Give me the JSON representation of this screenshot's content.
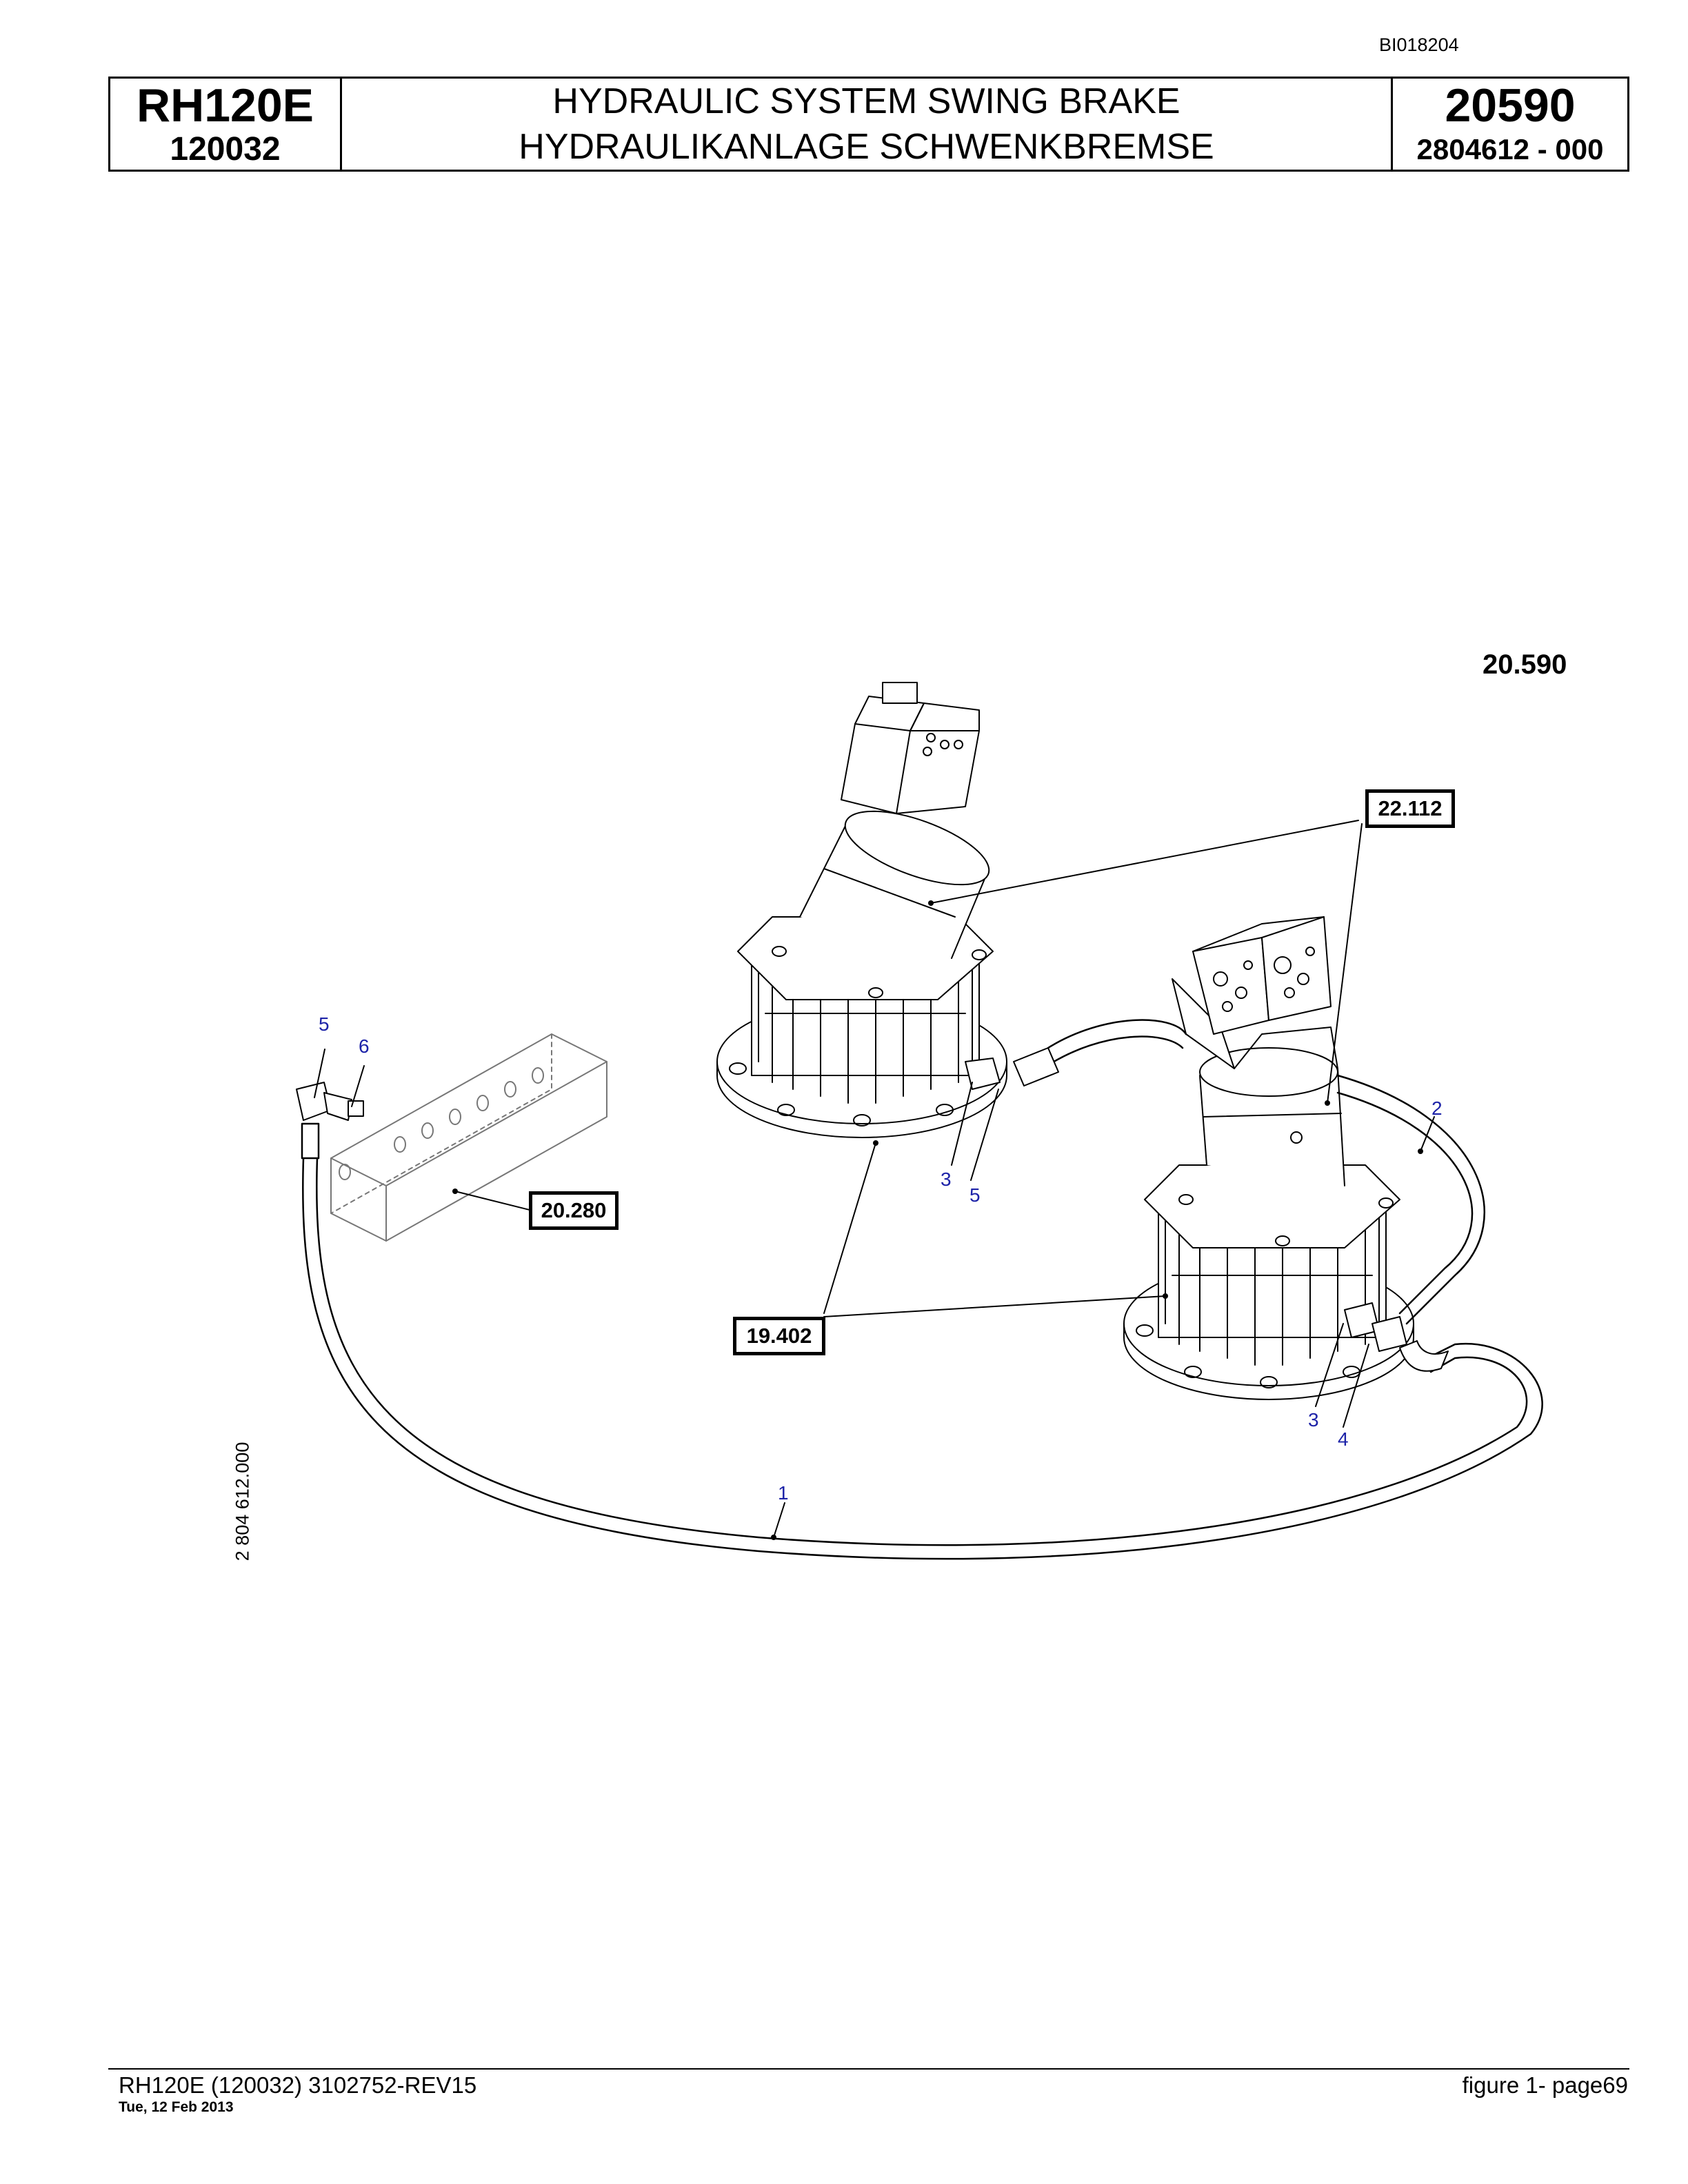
{
  "document_id": "BI018204",
  "header": {
    "model": "RH120E",
    "serial": "120032",
    "title_en": "HYDRAULIC SYSTEM SWING BRAKE",
    "title_de": "HYDRAULIKANLAGE SCHWENKBREMSE",
    "group_number": "20590",
    "part_number": "2804612  - 000"
  },
  "drawing": {
    "group_ref": "20.590",
    "vertical_ref": "2 804 612.000",
    "reference_boxes": [
      "22.112",
      "20.280",
      "19.402"
    ],
    "item_labels": [
      "5",
      "6",
      "3",
      "5",
      "2",
      "3",
      "4",
      "1"
    ]
  },
  "footer": {
    "left": "RH120E (120032) 3102752-REV15",
    "date": "Tue, 12 Feb 2013",
    "right": "figure  1- page69"
  }
}
